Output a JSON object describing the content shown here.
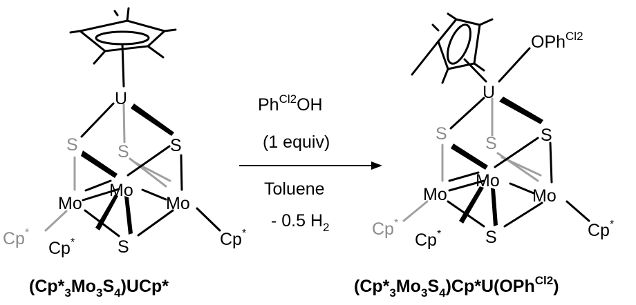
{
  "reactant": {
    "atoms": {
      "U": "U",
      "S": "S",
      "Mo": "Mo",
      "Cp": "Cp",
      "star": "*"
    },
    "label": {
      "main": "(Cp*",
      "sub3": "3",
      "mo": "Mo",
      "s": "S",
      "sub4": "4",
      "end": ")UCp*"
    }
  },
  "conditions": {
    "reagent": "Ph",
    "reagent_sup": "Cl2",
    "reagent_end": "OH",
    "equiv": "(1 equiv)",
    "solvent": "Toluene",
    "byproduct": "- 0.5 H",
    "byproduct_sub": "2"
  },
  "product": {
    "atoms": {
      "U": "U",
      "S": "S",
      "Mo": "Mo",
      "Cp": "Cp",
      "star": "*",
      "oph": "OPh",
      "oph_sup": "Cl2"
    },
    "label": {
      "main": "(Cp*",
      "sub3": "3",
      "mo": "Mo",
      "s": "S",
      "sub4": "4",
      "mid": ")Cp*U(OPh",
      "sup": "Cl2",
      "end": ")"
    }
  },
  "colors": {
    "front": "#000000",
    "back": "#8c8c8c"
  }
}
